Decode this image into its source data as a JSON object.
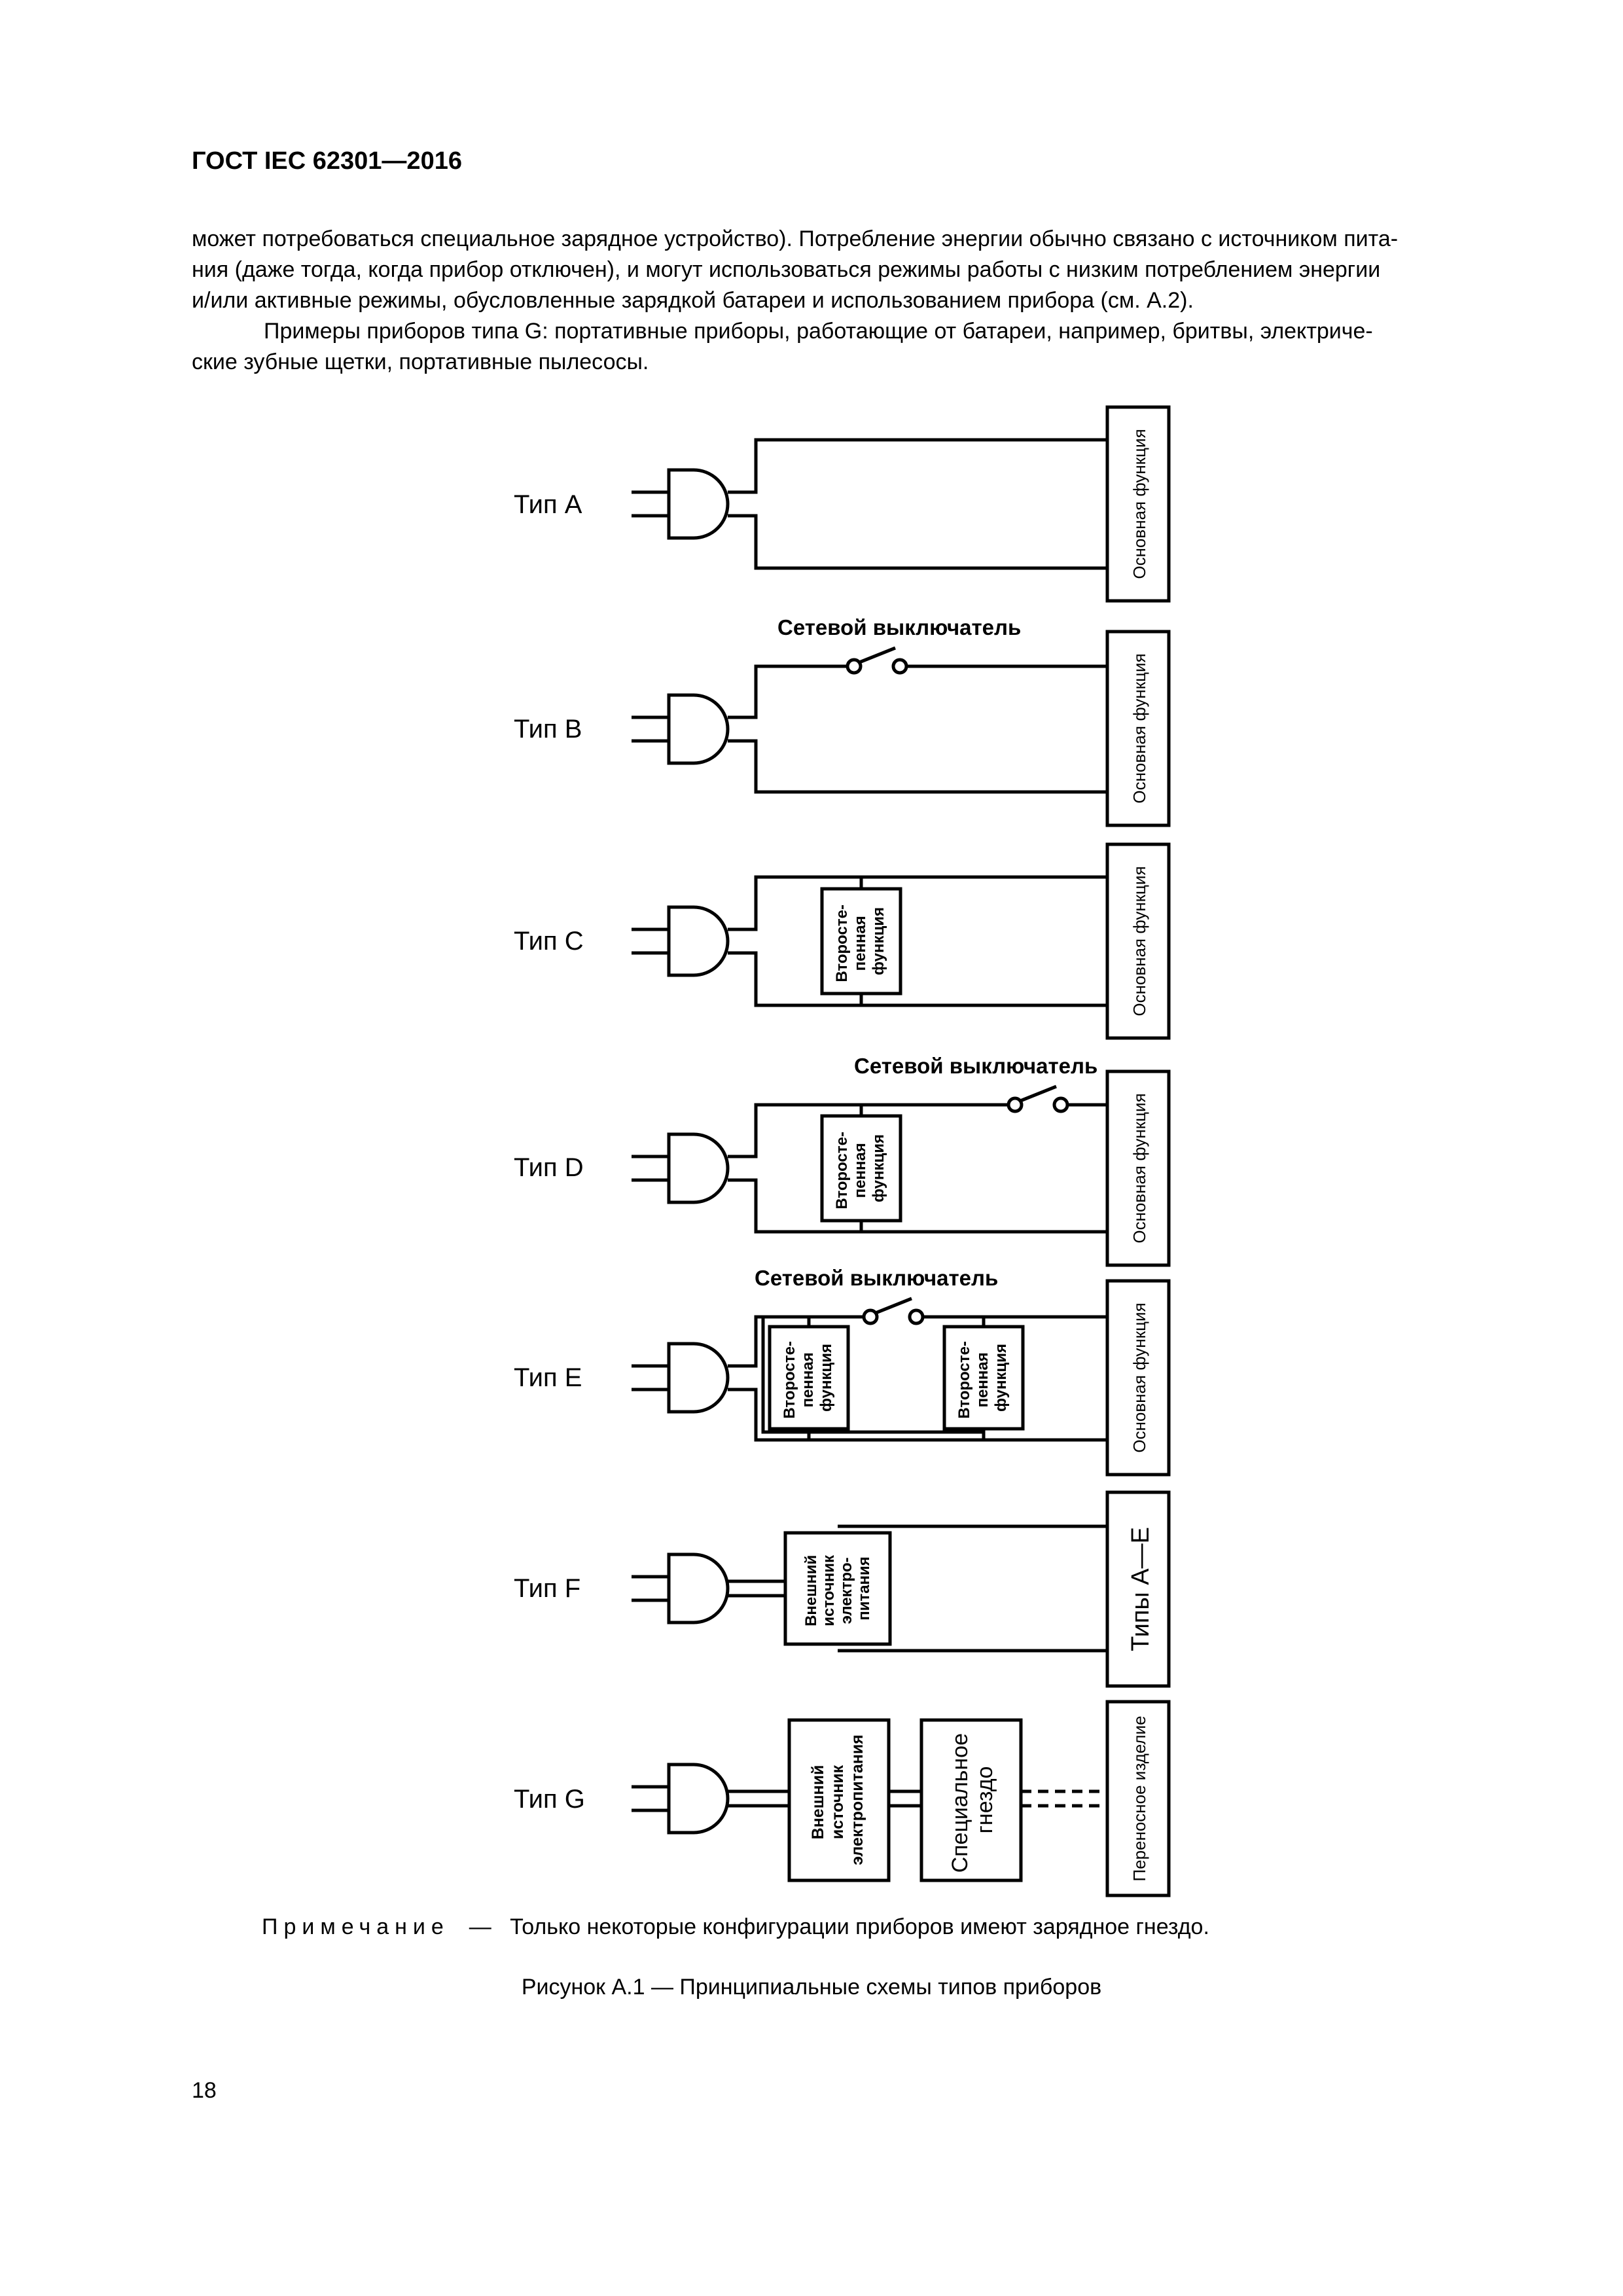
{
  "header": {
    "title": "ГОСТ IEC 62301—2016"
  },
  "intro": {
    "p1": [
      "может потребоваться специальное зарядное устройство). Потребление энергии обычно связано с источником пита-",
      "ния (даже тогда, когда прибор отключен), и могут использоваться режимы работы с низким потреблением энергии",
      "и/или активные режимы, обусловленные зарядкой батареи и использованием прибора (см. А.2)."
    ],
    "p2": [
      "Примеры приборов типа G: портативные приборы, работающие от батареи, например, бритвы, электриче-",
      "ские зубные щетки, портативные пылесосы."
    ]
  },
  "figure": {
    "types": [
      "Тип А",
      "Тип В",
      "Тип С",
      "Тип D",
      "Тип Е",
      "Тип F",
      "Тип G"
    ],
    "main_function": "Основная функция",
    "mains_switch": "Сетевой выключатель",
    "secondary_function": [
      "Второсте-",
      "пенная",
      "функция"
    ],
    "external_supply_f": [
      "Внешний",
      "источник",
      "электро-",
      "питания"
    ],
    "types_a_e": "Типы А—Е",
    "external_supply_g": [
      "Внешний",
      "источник",
      "электропитания"
    ],
    "special_socket": [
      "Специальное",
      "гнездо"
    ],
    "portable_item": "Переносное изделие"
  },
  "note": {
    "label": "Примечание",
    "dash": "—",
    "text": "Только некоторые конфигурации приборов имеют зарядное гнездо."
  },
  "caption": "Рисунок А.1 — Принципиальные схемы типов приборов",
  "page_number": "18"
}
